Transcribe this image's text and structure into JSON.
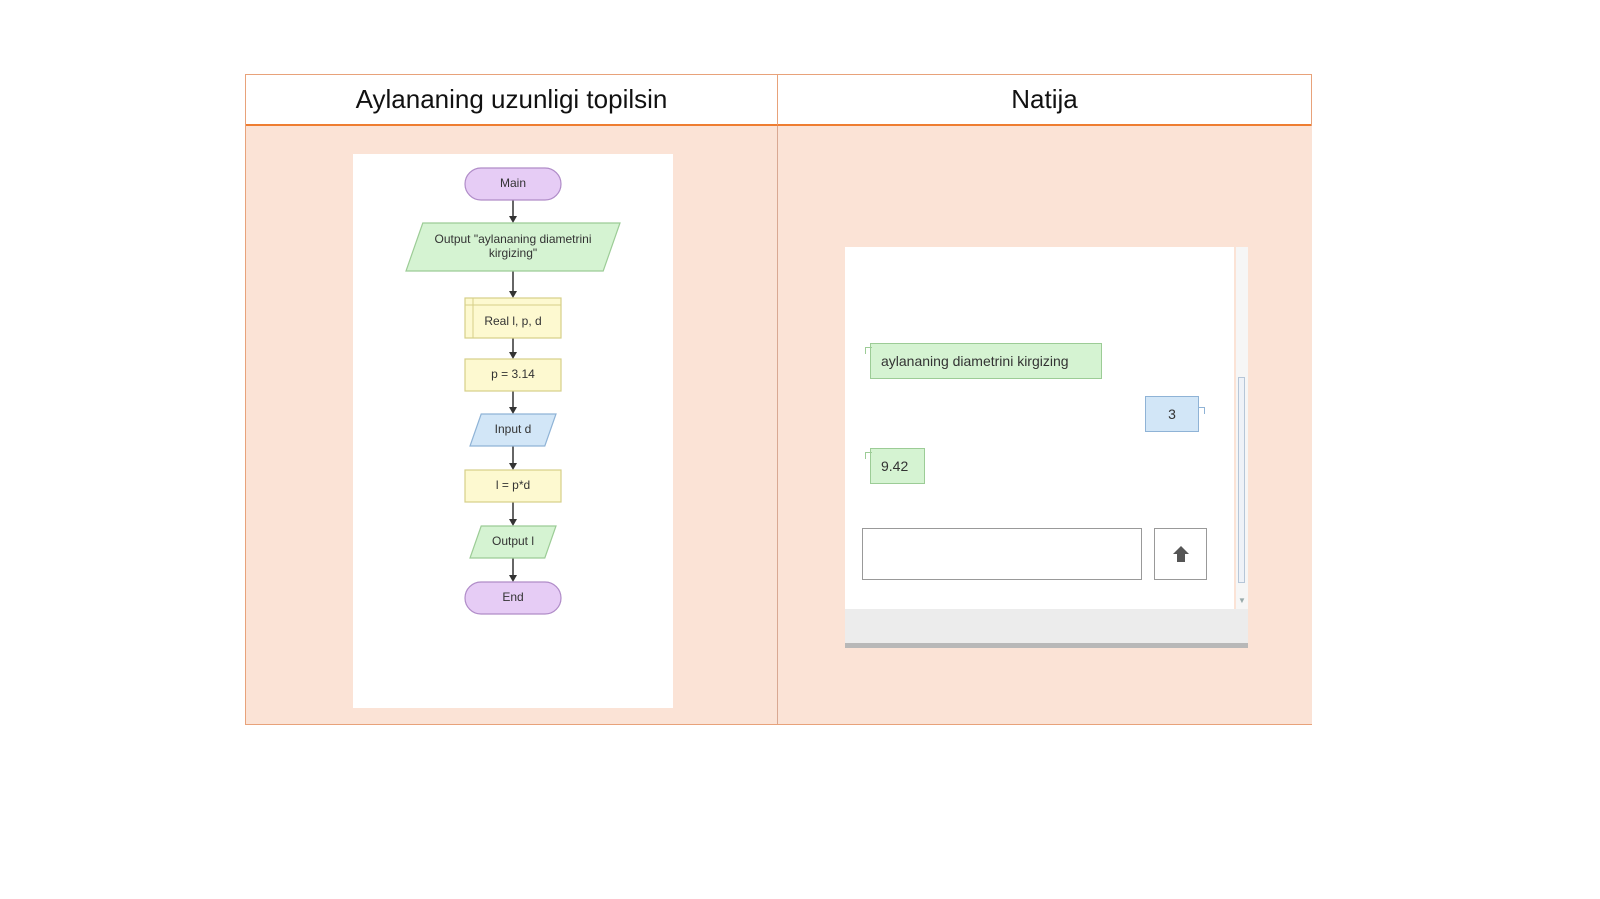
{
  "headers": {
    "left": "Aylananing uzunligi topilsin",
    "right": "Natija"
  },
  "flowchart": {
    "nodes": [
      {
        "id": "main",
        "type": "terminal",
        "lines": [
          "Main"
        ],
        "fill": "#e6ccf5",
        "stroke": "#b08cc8"
      },
      {
        "id": "output1",
        "type": "io",
        "lines": [
          "Output \"aylananing diametrini",
          "kirgizing\""
        ],
        "fill": "#d5f3d2",
        "stroke": "#9ccc96"
      },
      {
        "id": "declare",
        "type": "declare",
        "lines": [
          "Real l, p, d"
        ],
        "fill": "#fdf9d0",
        "stroke": "#d6cf88"
      },
      {
        "id": "assign1",
        "type": "process",
        "lines": [
          "p = 3.14"
        ],
        "fill": "#fdf9d0",
        "stroke": "#d6cf88"
      },
      {
        "id": "input",
        "type": "io",
        "lines": [
          "Input d"
        ],
        "fill": "#d2e6f7",
        "stroke": "#8fb3d6"
      },
      {
        "id": "assign2",
        "type": "process",
        "lines": [
          "l = p*d"
        ],
        "fill": "#fdf9d0",
        "stroke": "#d6cf88"
      },
      {
        "id": "output2",
        "type": "io",
        "lines": [
          "Output l"
        ],
        "fill": "#d5f3d2",
        "stroke": "#9ccc96"
      },
      {
        "id": "end",
        "type": "terminal",
        "lines": [
          "End"
        ],
        "fill": "#e6ccf5",
        "stroke": "#b08cc8"
      }
    ]
  },
  "console": {
    "messages": [
      {
        "kind": "output",
        "text": "aylananing diametrini kirgizing"
      },
      {
        "kind": "input",
        "text": "3"
      },
      {
        "kind": "output",
        "text": "9.42"
      }
    ],
    "input_value": "",
    "send_icon": "arrow-up-icon"
  },
  "colors": {
    "header_rule": "#ee7d31",
    "cell_background": "#fbe3d6"
  }
}
